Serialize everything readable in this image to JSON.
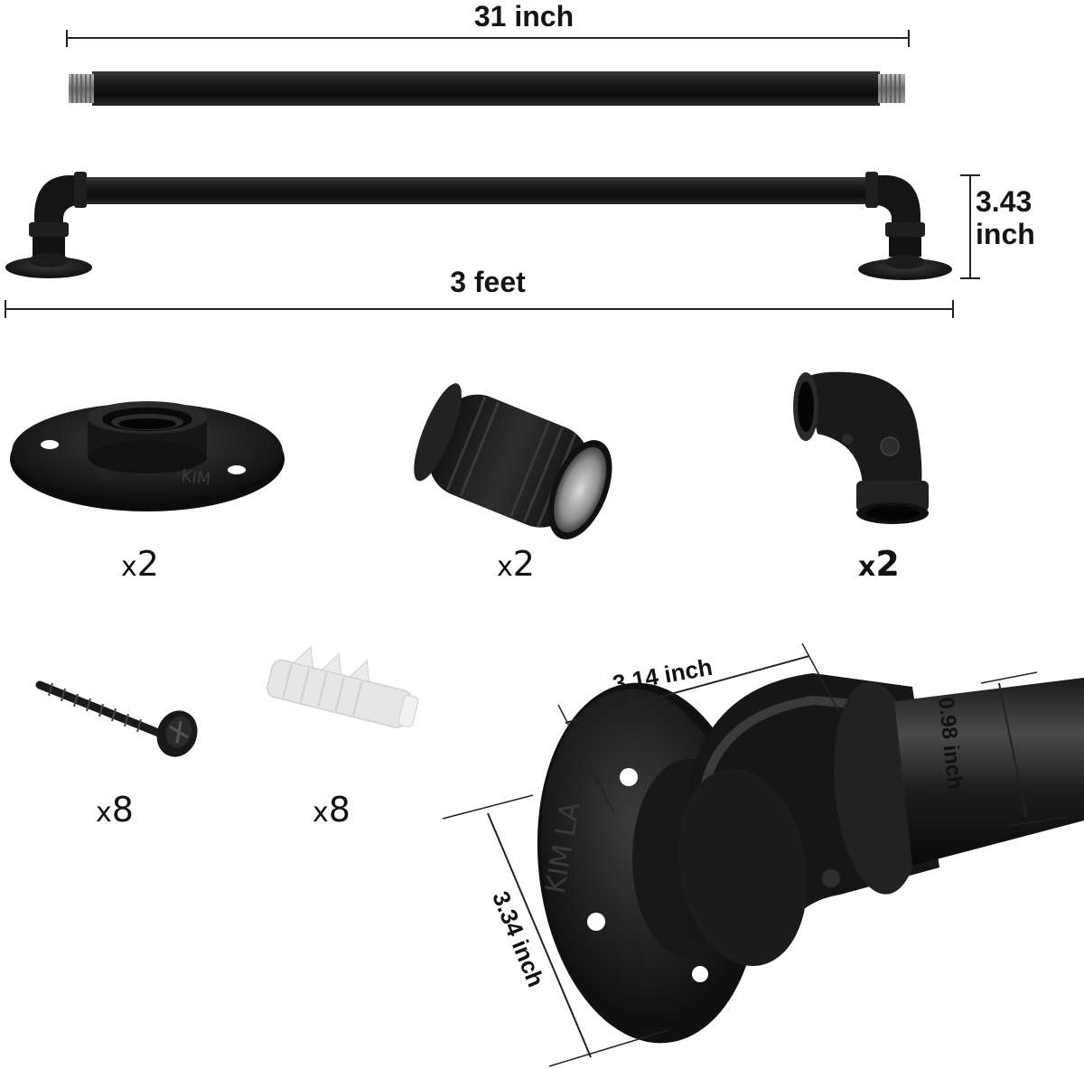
{
  "dimensions": {
    "rod_length": "31 inch",
    "rod_total_width": "3 feet",
    "rod_height_line1": "3.43",
    "rod_height_line2": "inch",
    "flange_width": "3.14 inch",
    "pipe_diameter": "0.98 inch",
    "flange_height": "3.34 inch"
  },
  "parts": {
    "flange_qty_prefix": "x",
    "flange_qty": "2",
    "coupling_qty_prefix": "x",
    "coupling_qty": "2",
    "elbow_qty_prefix": "x",
    "elbow_qty": "2",
    "screw_qty_prefix": "x",
    "screw_qty": "8",
    "anchor_qty_prefix": "x",
    "anchor_qty": "8"
  },
  "closeup": {
    "flange_embossing": "KIM LA"
  },
  "colors": {
    "pipe_black": "#141414",
    "thread_metal": "#8a8a8a",
    "anchor_white": "#e8e8e8",
    "line": "#222222"
  }
}
